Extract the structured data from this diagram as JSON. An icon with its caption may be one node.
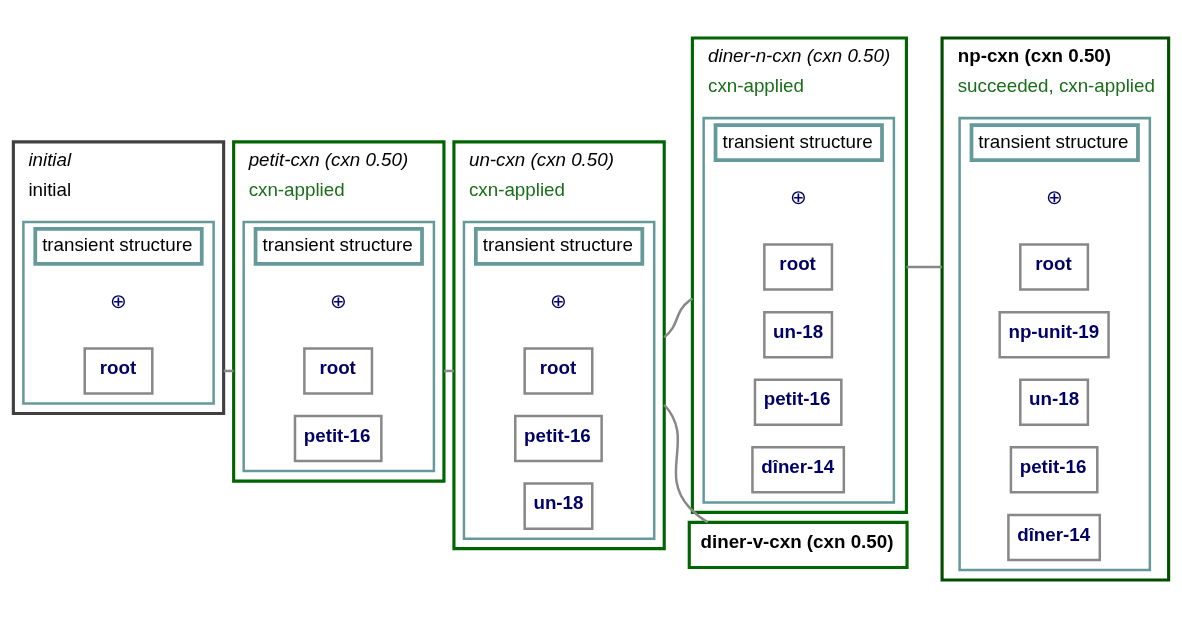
{
  "diagram": {
    "nodes": [
      {
        "text": [
          "initial",
          "initial"
        ]
      },
      {
        "text": [
          "transient structure",
          "⊕"
        ],
        "in": 0
      },
      {
        "text": [
          "root"
        ],
        "in": 1
      },
      {
        "text": [
          "petit-cxn (cxn 0.50)",
          "cxn-applied"
        ]
      },
      {
        "text": [
          "transient structure",
          "⊕"
        ],
        "in": 3
      },
      {
        "text": [
          "root"
        ],
        "in": 4
      },
      {
        "text": [
          "petit-16"
        ],
        "in": 4
      },
      {
        "text": [
          "un-cxn (cxn 0.50)",
          "cxn-applied"
        ]
      },
      {
        "text": [
          "transient structure",
          "⊕"
        ],
        "in": 7
      },
      {
        "text": [
          "root"
        ],
        "in": 8
      },
      {
        "text": [
          "petit-16"
        ],
        "in": 8
      },
      {
        "text": [
          "un-18"
        ],
        "in": 8
      },
      {
        "text": [
          "diner-n-cxn (cxn 0.50)",
          "cxn-applied"
        ]
      },
      {
        "text": [
          "transient structure",
          "⊕"
        ],
        "in": 12
      },
      {
        "text": [
          "root"
        ],
        "in": 13
      },
      {
        "text": [
          "un-18"
        ],
        "in": 13
      },
      {
        "text": [
          "petit-16"
        ],
        "in": 13
      },
      {
        "text": [
          "dîner-14"
        ],
        "in": 13
      },
      {
        "text": [
          "np-cxn (cxn 0.50)",
          "succeeded, cxn-applied"
        ]
      },
      {
        "text": [
          "transient structure",
          "⊕"
        ],
        "in": 18
      },
      {
        "text": [
          "root"
        ],
        "in": 19
      },
      {
        "text": [
          "np-unit-19"
        ],
        "in": 19
      },
      {
        "text": [
          "un-18"
        ],
        "in": 19
      },
      {
        "text": [
          "petit-16"
        ],
        "in": 19
      },
      {
        "text": [
          "dîner-14"
        ],
        "in": 19
      },
      {
        "text": [
          "diner-v-cxn (cxn 0.50)"
        ]
      }
    ],
    "edges": [
      {
        "from": 0,
        "to": 3,
        "arrow": "none"
      },
      {
        "from": 3,
        "to": 7,
        "arrow": "none"
      },
      {
        "from": 7,
        "to": 12,
        "arrow": "none"
      },
      {
        "from": 7,
        "to": 25,
        "arrow": "none"
      },
      {
        "from": 12,
        "to": 18,
        "arrow": "none"
      }
    ]
  }
}
